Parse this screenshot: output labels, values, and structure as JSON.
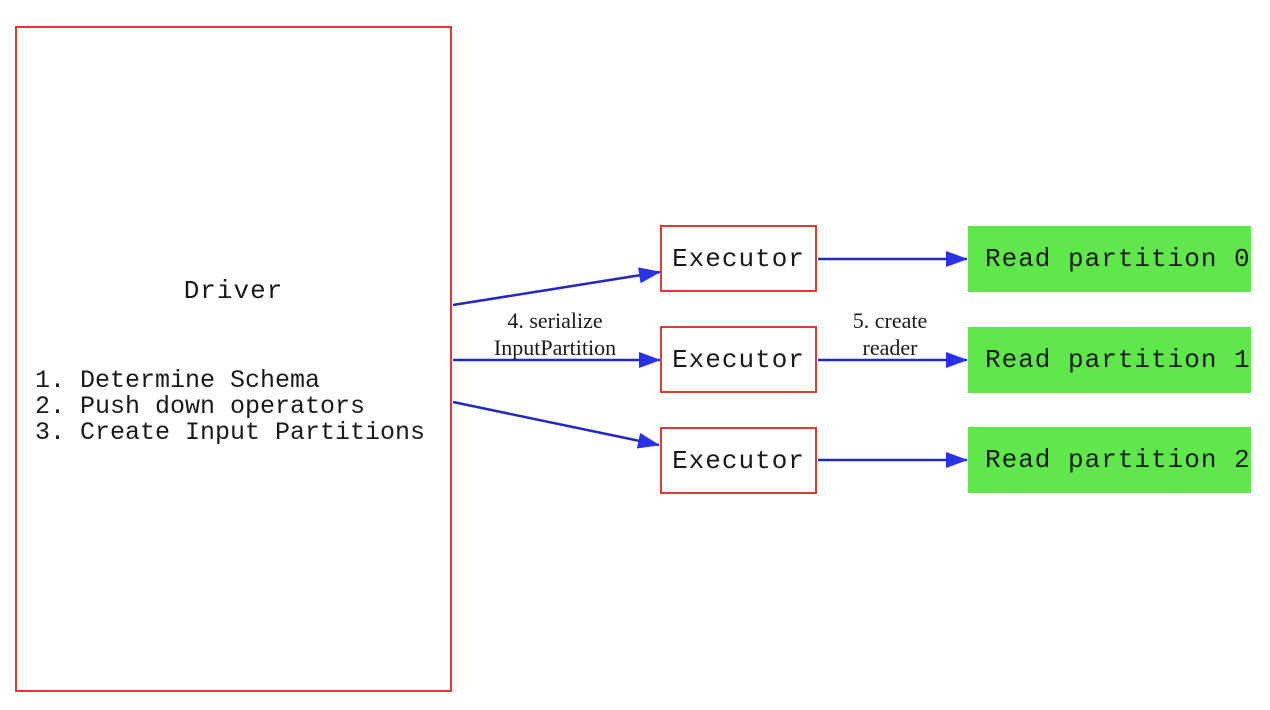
{
  "diagram": {
    "driver": {
      "title": "Driver",
      "steps": [
        "1. Determine Schema",
        "2. Push down operators",
        "3. Create Input Partitions"
      ]
    },
    "executors": [
      {
        "label": "Executor"
      },
      {
        "label": "Executor"
      },
      {
        "label": "Executor"
      }
    ],
    "partitions": [
      {
        "label": "Read partition 0"
      },
      {
        "label": "Read partition 1"
      },
      {
        "label": "Read partition 2"
      }
    ],
    "edge_labels": {
      "serialize": "4. serialize\nInputPartition",
      "create_reader": "5. create\nreader"
    },
    "colors": {
      "box_border_red": "#e03b30",
      "arrow_line_blue": "#2329c0",
      "arrow_head_blue": "#2a31e6",
      "partition_green": "#5fe74c",
      "text_black": "#1a1a1a",
      "background": "#ffffff"
    }
  }
}
